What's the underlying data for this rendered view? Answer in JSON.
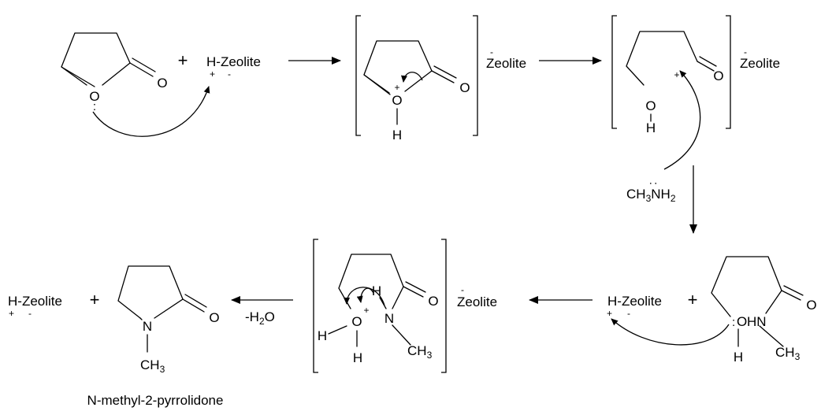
{
  "labels": {
    "oxygen": "O",
    "hydrogen": "H",
    "nitrogen": "N",
    "plus": "+",
    "minus": "-",
    "lone_pair": ":",
    "h_zeolite": "H-Zeolite",
    "zeolite": "Zeolite",
    "ch3": "CH",
    "nh": "NH",
    "sub3": "3",
    "sub2": "2",
    "hn": "HN",
    "minus_h2o": "-H",
    "h2o_o": "O",
    "product_name": "N-methyl-2-pyrrolidone"
  }
}
